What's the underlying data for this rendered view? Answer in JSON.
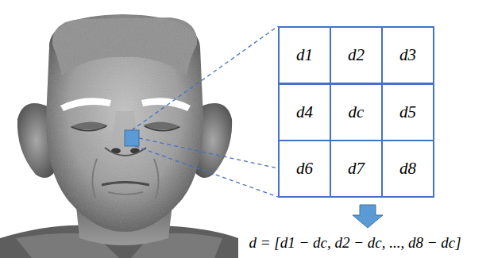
{
  "diagram": {
    "nodes": [
      {
        "text": [
          "d1"
        ]
      },
      {
        "text": [
          "d2"
        ]
      },
      {
        "text": [
          "d3"
        ]
      },
      {
        "text": [
          "d4"
        ]
      },
      {
        "text": [
          "dc"
        ]
      },
      {
        "text": [
          "d5"
        ]
      },
      {
        "text": [
          "d6"
        ]
      },
      {
        "text": [
          "d7"
        ]
      },
      {
        "text": [
          "d8"
        ]
      }
    ],
    "labels": [
      "d = [d1 − dc, d2 − dc, ..., d8 − dc]"
    ]
  }
}
